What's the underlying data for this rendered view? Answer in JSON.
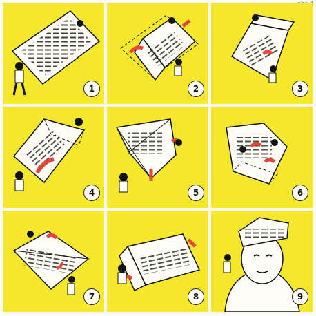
{
  "corner_label": "обо-4",
  "colors": {
    "panel_background": "#f4e72c",
    "paper": "#fffef6",
    "ink": "#111111",
    "arrow": "#e8453a"
  },
  "panels": [
    {
      "number": "1"
    },
    {
      "number": "2"
    },
    {
      "number": "3"
    },
    {
      "number": "4"
    },
    {
      "number": "5"
    },
    {
      "number": "6"
    },
    {
      "number": "7"
    },
    {
      "number": "8"
    },
    {
      "number": "9"
    }
  ]
}
